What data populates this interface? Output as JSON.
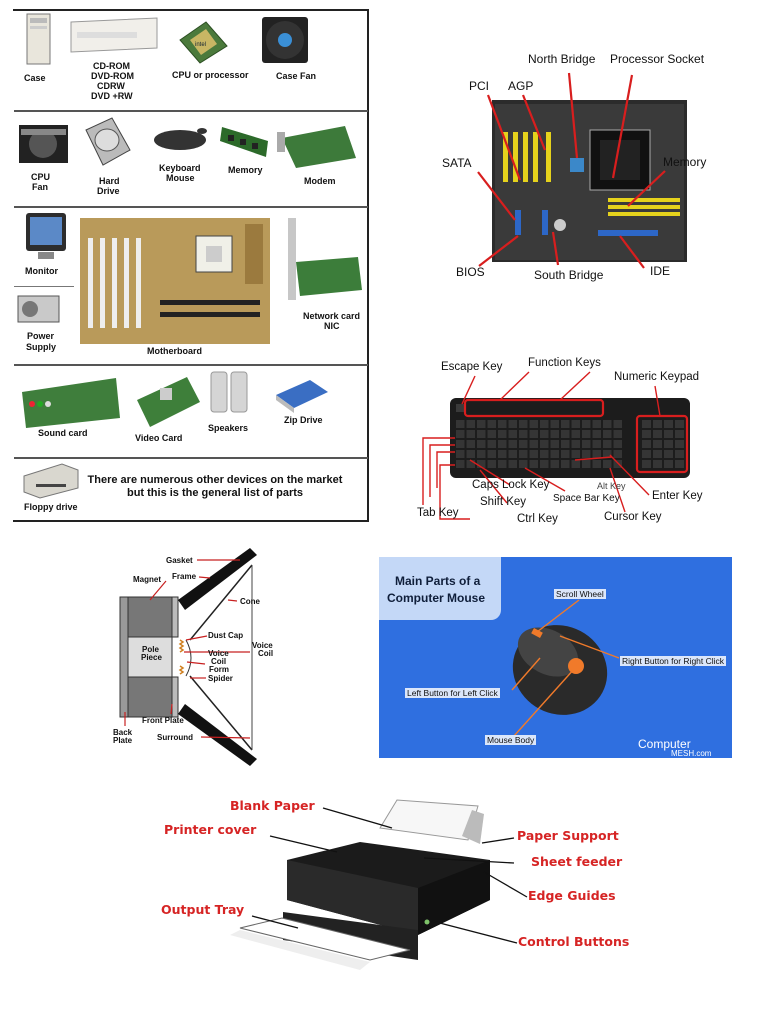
{
  "parts_panel": {
    "case": "Case",
    "cdrom": [
      "CD-ROM",
      "DVD-ROM",
      "CDRW",
      "DVD +RW"
    ],
    "cpu": "CPU or processor",
    "case_fan": "Case Fan",
    "cpu_fan": [
      "CPU",
      "Fan"
    ],
    "hard_drive": [
      "Hard",
      "Drive"
    ],
    "keyboard_mouse": [
      "Keyboard",
      "Mouse"
    ],
    "memory": "Memory",
    "modem": "Modem",
    "monitor": "Monitor",
    "power_supply": [
      "Power",
      "Supply"
    ],
    "motherboard": "Motherboard",
    "network_card": [
      "Network card",
      "NIC"
    ],
    "sound_card": "Sound card",
    "video_card": "Video Card",
    "speakers": "Speakers",
    "zip_drive": "Zip Drive",
    "floppy": "Floppy drive",
    "note": [
      "There are numerous other devices on the market",
      "but this is the general list of parts"
    ],
    "chip_text": "intel"
  },
  "motherboard_diagram": {
    "labels": {
      "north_bridge": "North Bridge",
      "processor_socket": "Processor Socket",
      "pci": "PCI",
      "agp": "AGP",
      "sata": "SATA",
      "memory": "Memory",
      "bios": "BIOS",
      "south_bridge": "South Bridge",
      "ide": "IDE"
    },
    "arrow_color": "#d81e1e"
  },
  "keyboard_diagram": {
    "labels": {
      "escape": "Escape Key",
      "function": "Function Keys",
      "numeric": "Numeric Keypad",
      "caps": "Caps Lock Key",
      "alt": "Alt Key",
      "enter": "Enter Key",
      "shift": "Shift Key",
      "space": "Space Bar Key",
      "tab": "Tab Key",
      "ctrl": "Ctrl Key",
      "cursor": "Cursor Key"
    },
    "highlight_color": "#d81e1e"
  },
  "speaker_diagram": {
    "labels": {
      "gasket": "Gasket",
      "magnet": "Magnet",
      "frame": "Frame",
      "cone": "Cone",
      "dust_cap": "Dust Cap",
      "voice_coil": [
        "Voice",
        "Coil"
      ],
      "pole_piece": [
        "Pole",
        "Piece"
      ],
      "voice_coil_form": [
        "Voice",
        "Coil",
        "Form"
      ],
      "spider": "Spider",
      "front_plate": "Front Plate",
      "back_plate": [
        "Back",
        "Plate"
      ],
      "surround": "Surround"
    }
  },
  "mouse_diagram": {
    "title": [
      "Main Parts of a",
      "Computer Mouse"
    ],
    "labels": {
      "scroll": "Scroll Wheel",
      "right": "Right Button for Right Click",
      "left": "Left Button for Left Click",
      "body": "Mouse Body"
    },
    "brand": [
      "Computer",
      "MESH.com"
    ],
    "bg_color": "#2f6fe0",
    "accent": "#f07a2a"
  },
  "printer_diagram": {
    "labels": {
      "blank_paper": "Blank Paper",
      "printer_cover": "Printer cover",
      "paper_support": "Paper Support",
      "sheet_feeder": "Sheet feeder",
      "edge_guides": "Edge Guides",
      "output_tray": "Output Tray",
      "control_buttons": "Control Buttons"
    },
    "label_color": "#d62424"
  }
}
